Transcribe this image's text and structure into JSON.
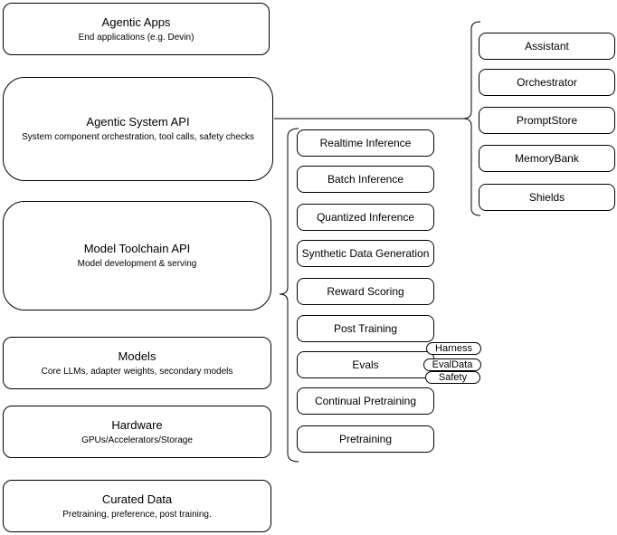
{
  "diagram": {
    "left_column": [
      {
        "id": "agentic-apps",
        "title": "Agentic Apps",
        "subtitle": "End applications (e.g. Devin)"
      },
      {
        "id": "agentic-system-api",
        "title": "Agentic System API",
        "subtitle": "System component orchestration, tool calls, safety checks"
      },
      {
        "id": "model-toolchain-api",
        "title": "Model Toolchain API",
        "subtitle": "Model development & serving"
      },
      {
        "id": "models",
        "title": "Models",
        "subtitle": "Core LLMs, adapter weights, secondary models"
      },
      {
        "id": "hardware",
        "title": "Hardware",
        "subtitle": "GPUs/Accelerators/Storage"
      },
      {
        "id": "curated-data",
        "title": "Curated Data",
        "subtitle": "Pretraining, preference, post training."
      }
    ],
    "toolchain_items": [
      "Realtime Inference",
      "Batch Inference",
      "Quantized Inference",
      "Synthetic Data Generation",
      "Reward Scoring",
      "Post Training",
      "Evals",
      "Continual Pretraining",
      "Pretraining"
    ],
    "eval_tags": [
      "Harness",
      "EvalData",
      "Safety"
    ],
    "system_components": [
      "Assistant",
      "Orchestrator",
      "PromptStore",
      "MemoryBank",
      "Shields"
    ],
    "colors": {
      "stroke": "#000000",
      "fill": "#ffffff",
      "background": "#ffffff"
    }
  }
}
